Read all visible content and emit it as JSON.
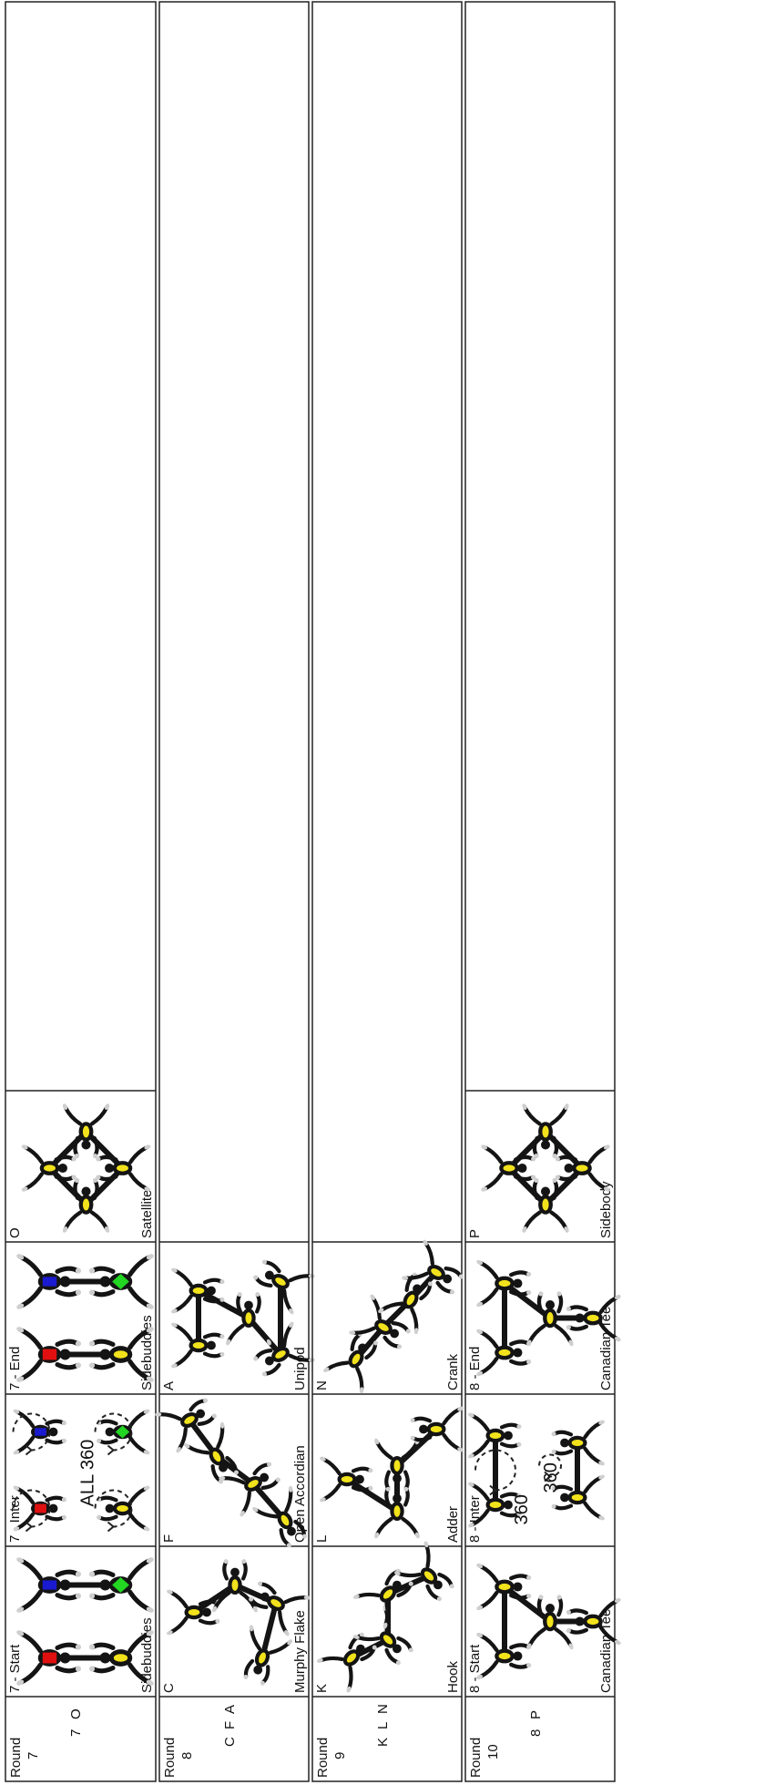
{
  "rows": [
    {
      "round_label": "Round",
      "round_number": "7",
      "sequence": [
        "7",
        "O"
      ],
      "cells": [
        {
          "tag": "7 - Start",
          "name": "Sidebuddies"
        },
        {
          "tag": "7 - Inter",
          "name": "",
          "note": "ALL 360"
        },
        {
          "tag": "7 - End",
          "name": "Sidebuddies"
        },
        {
          "tag": "O",
          "name": "Satellite"
        }
      ]
    },
    {
      "round_label": "Round",
      "round_number": "8",
      "sequence": [
        "C",
        "F",
        "A"
      ],
      "cells": [
        {
          "tag": "C",
          "name": "Murphy Flake"
        },
        {
          "tag": "F",
          "name": "Open Accordian"
        },
        {
          "tag": "A",
          "name": "Unipod"
        }
      ]
    },
    {
      "round_label": "Round",
      "round_number": "9",
      "sequence": [
        "K",
        "L",
        "N"
      ],
      "cells": [
        {
          "tag": "K",
          "name": "Hook"
        },
        {
          "tag": "L",
          "name": "Adder"
        },
        {
          "tag": "N",
          "name": "Crank"
        }
      ]
    },
    {
      "round_label": "Round",
      "round_number": "10",
      "sequence": [
        "8",
        "P"
      ],
      "cells": [
        {
          "tag": "8 - Start",
          "name": "Canadian Tee"
        },
        {
          "tag": "8 - Inter",
          "name": "",
          "note": "360",
          "note2": "360"
        },
        {
          "tag": "8 - End",
          "name": "Canadian Tee"
        },
        {
          "tag": "P",
          "name": "Sidebody"
        }
      ]
    }
  ],
  "colors": {
    "body": "#141414",
    "grip": "#f2e21c",
    "red": "#e01010",
    "blue": "#1a1ad0",
    "green": "#22d622",
    "line": "#222222"
  }
}
